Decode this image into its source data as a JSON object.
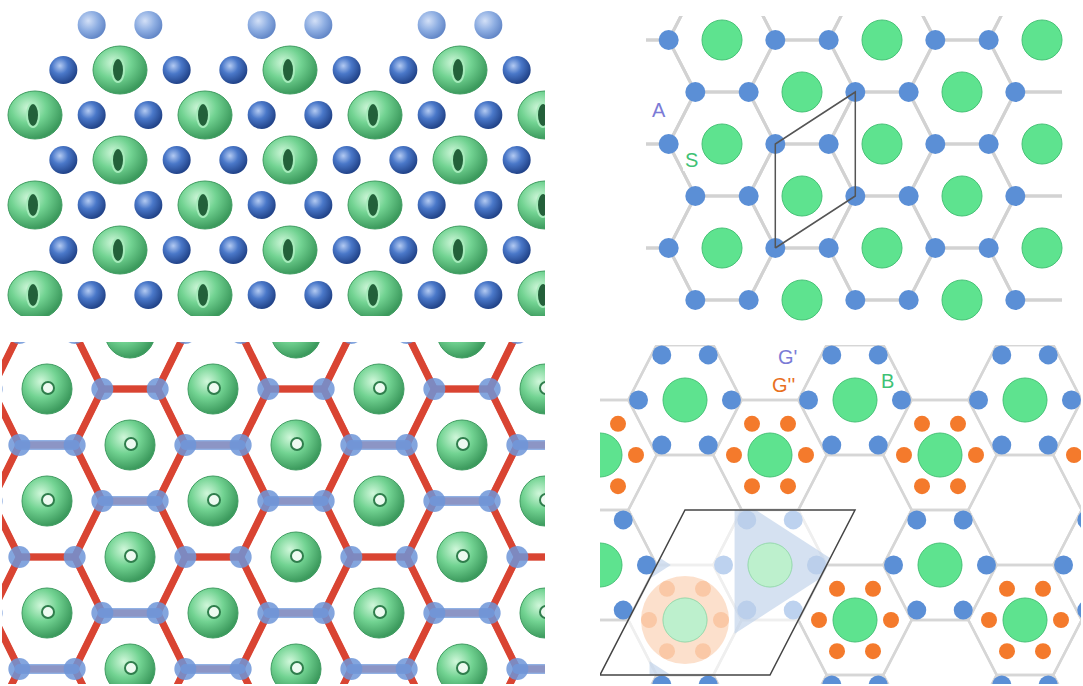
{
  "diagram": {
    "labels": [
      "A",
      "S",
      "G'",
      "B",
      "G''"
    ]
  }
}
